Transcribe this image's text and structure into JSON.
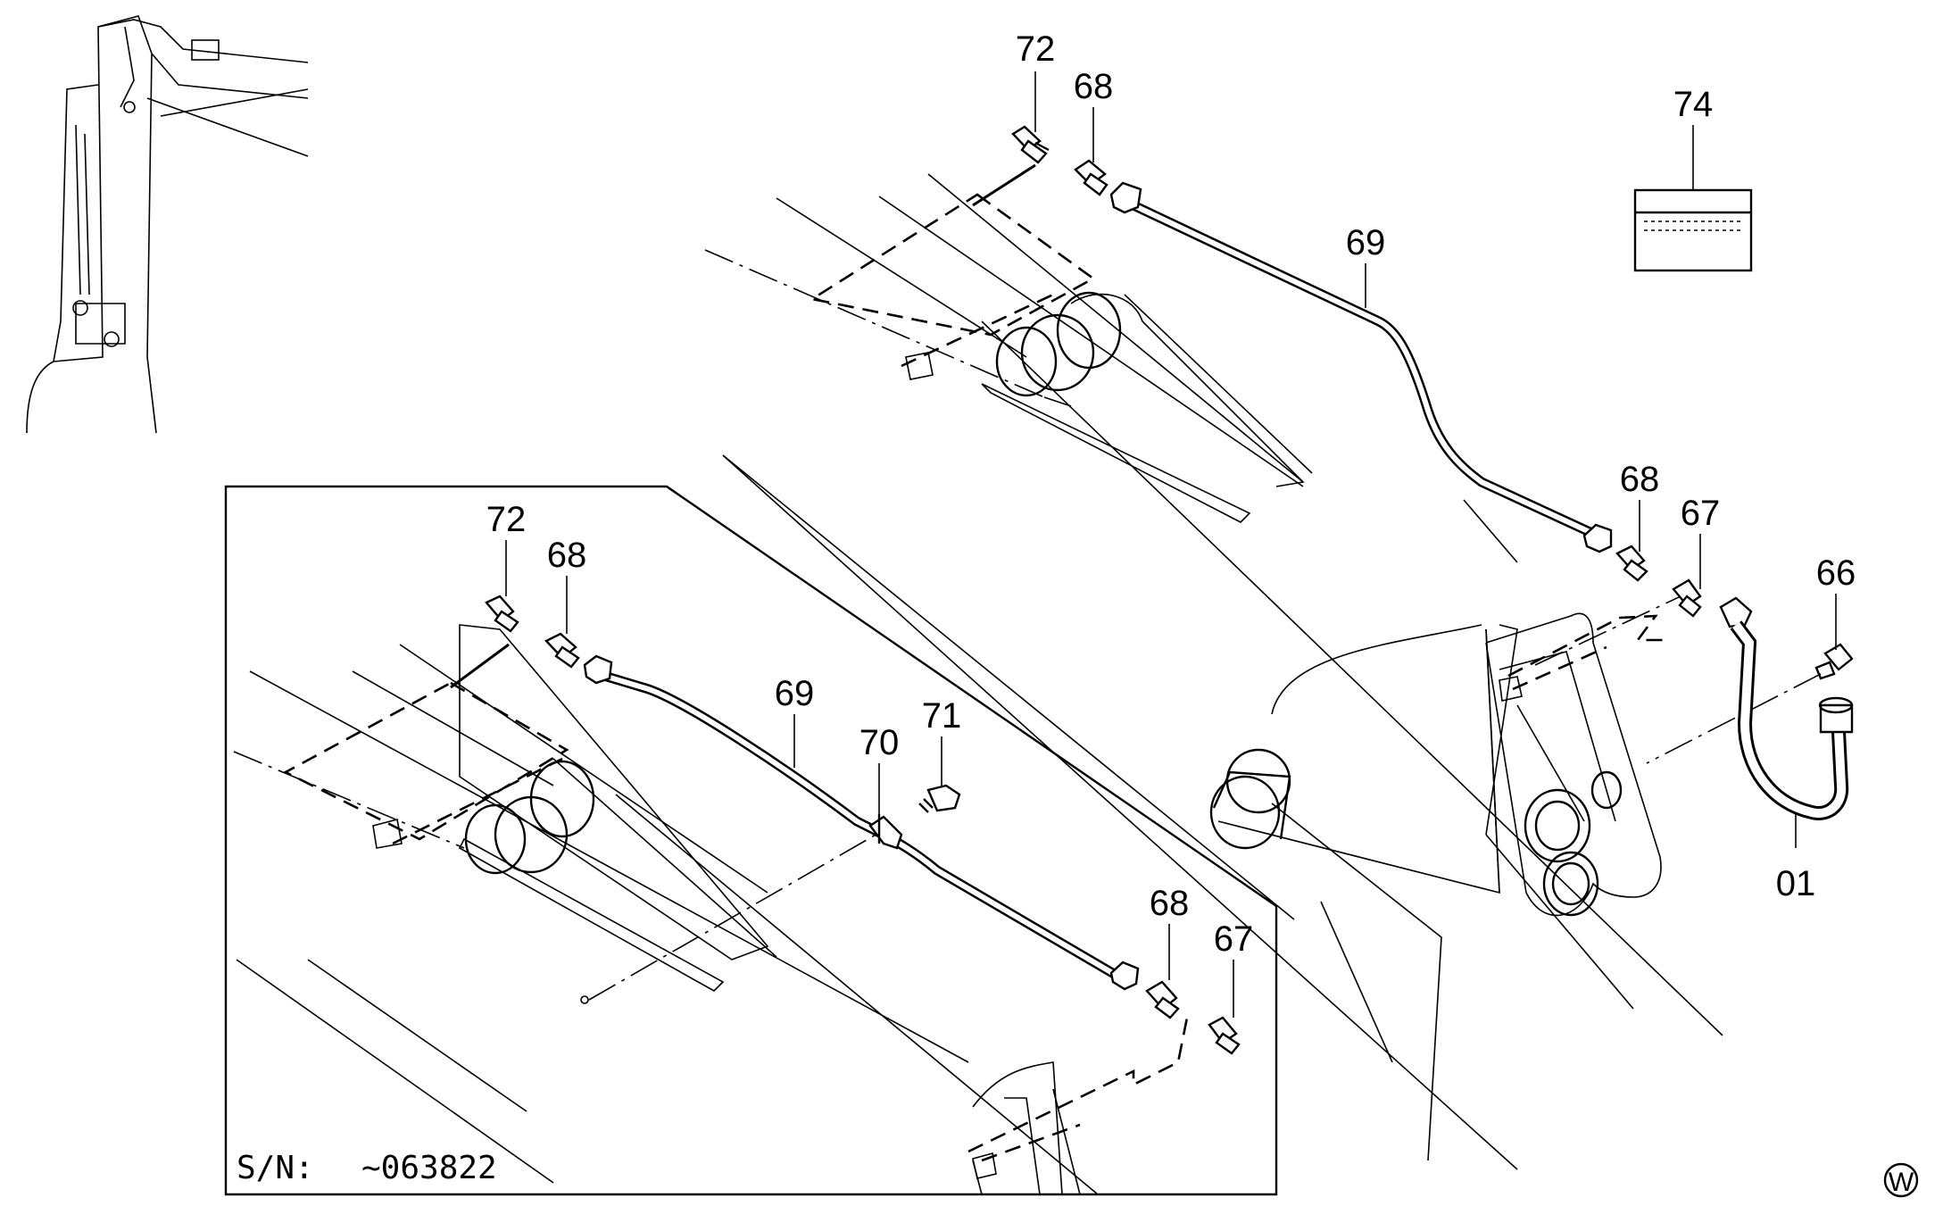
{
  "diagram": {
    "callouts_main": [
      "72",
      "68",
      "69",
      "68",
      "67",
      "66",
      "01",
      "74"
    ],
    "callouts_inset": [
      "72",
      "68",
      "69",
      "70",
      "71",
      "68",
      "67"
    ],
    "serial_prefix": "S/N:",
    "serial_range": "~063822",
    "corner_mark": "W"
  }
}
